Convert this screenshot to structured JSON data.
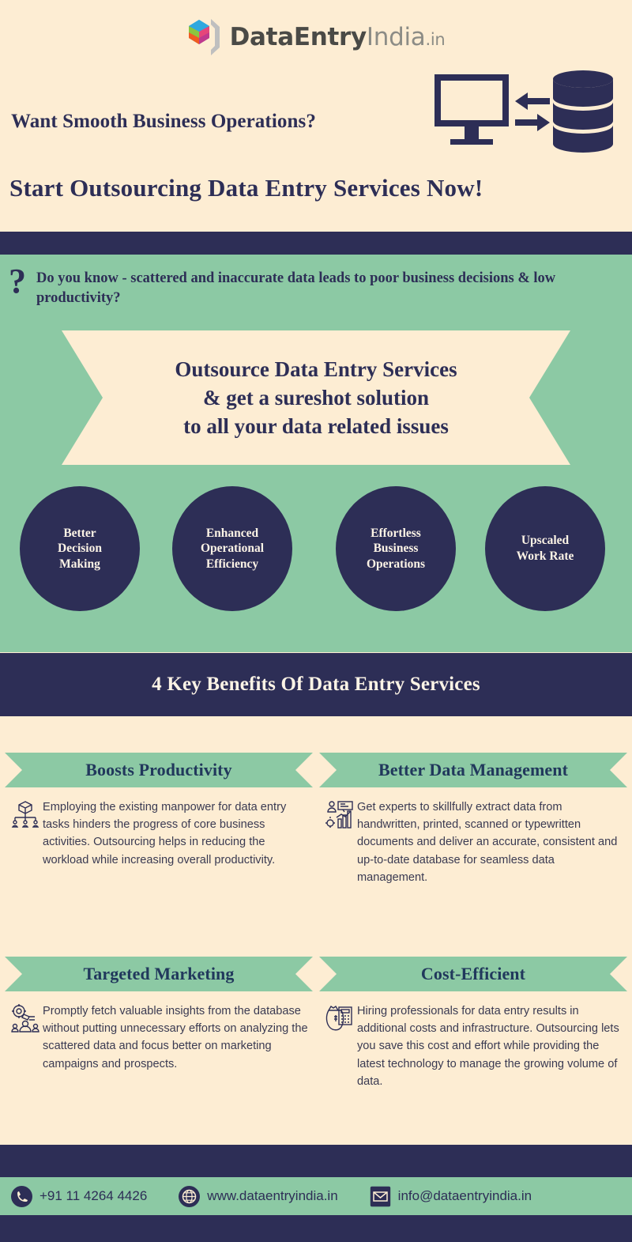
{
  "brand": {
    "name_bold": "DataEntry",
    "name_light": "India",
    "tld": ".in",
    "logo_icon": "cube-logo-icon"
  },
  "header": {
    "headline_1": "Want Smooth Business Operations?",
    "headline_2": "Start Outsourcing Data Entry Services Now!",
    "hero_icon": "monitor-database-sync-icon"
  },
  "green_section": {
    "question_mark": "?",
    "question": "Do you know - scattered and inaccurate data leads to poor business decisions & low productivity?",
    "ribbon_line_1": "Outsource Data Entry Services",
    "ribbon_line_2": "& get a sureshot solution",
    "ribbon_line_3": "to all your data related issues",
    "circles": [
      {
        "line_1": "Better",
        "line_2": "Decision",
        "line_3": "Making"
      },
      {
        "line_1": "Enhanced",
        "line_2": "Operational",
        "line_3": "Efficiency"
      },
      {
        "line_1": "Effortless",
        "line_2": "Business",
        "line_3": "Operations"
      },
      {
        "line_1": "Upscaled",
        "line_2": "Work Rate",
        "line_3": ""
      }
    ]
  },
  "band": {
    "title": "4 Key Benefits Of Data Entry Services"
  },
  "benefits": [
    {
      "title": "Boosts Productivity",
      "icon": "org-hierarchy-icon",
      "text": "Employing the existing manpower for data entry tasks hinders the progress of core business activities. Outsourcing helps in reducing the workload while increasing overall productivity."
    },
    {
      "title": "Better Data Management",
      "icon": "data-analytics-chart-icon",
      "text": "Get experts to skillfully extract data from handwritten, printed, scanned or typewritten documents and deliver an accurate, consistent and up-to-date database for seamless data management."
    },
    {
      "title": "Targeted Marketing",
      "icon": "target-audience-search-icon",
      "text": "Promptly fetch valuable insights from the database without putting unnecessary efforts on analyzing the scattered data and focus better on marketing campaigns and prospects."
    },
    {
      "title": "Cost-Efficient",
      "icon": "money-bag-calculator-icon",
      "text": "Hiring professionals for data entry results in additional costs and infrastructure. Outsourcing lets you save this cost and effort while providing the latest technology to manage the growing volume of data."
    }
  ],
  "footer": {
    "phone": "+91 11 4264 4426",
    "phone_icon": "phone-icon",
    "website": "www.dataentryindia.in",
    "website_icon": "globe-icon",
    "email": "info@dataentryindia.in",
    "email_icon": "envelope-icon"
  },
  "colors": {
    "beige": "#FDEDD3",
    "navy": "#2D2E56",
    "green": "#8CC9A4",
    "title_blue": "#21385C",
    "body_text": "#3A3A52"
  }
}
